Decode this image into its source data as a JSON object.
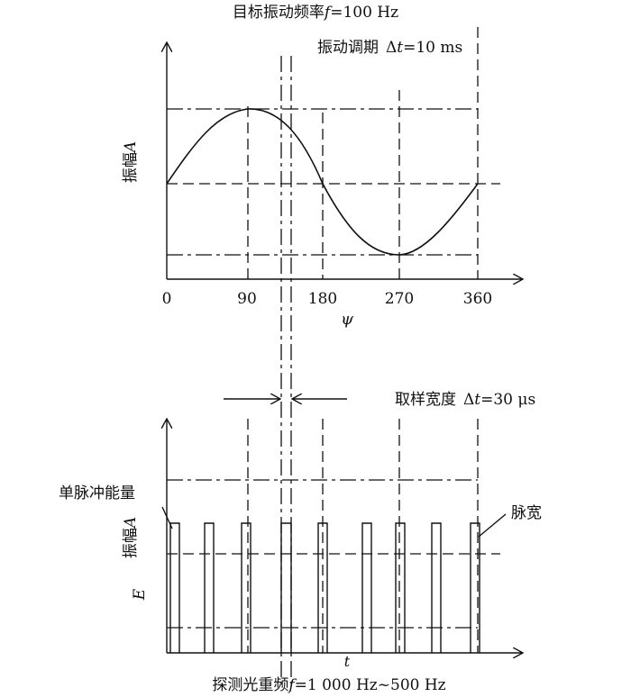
{
  "top_title": "目标振动频率",
  "top_title_var": "f",
  "top_title_value": "=100 Hz",
  "period_label": "振动调期",
  "period_var": "Δ",
  "period_t": "t",
  "period_value": "=10 ms",
  "amplitude_label": "振幅",
  "amplitude_var": "A",
  "x_ticks": [
    "0",
    "90",
    "180",
    "270",
    "360"
  ],
  "x_axis_var": "ψ",
  "sample_label": "取样宽度",
  "sample_var": "Δ",
  "sample_t": "t",
  "sample_value": "=30 μs",
  "single_pulse_label": "单脉冲能量",
  "pulse_width_label": "脉宽",
  "energy_var": "E",
  "time_var": "t",
  "bottom_title": "探测光重频",
  "bottom_title_var": "f",
  "bottom_title_value": "=1 000 Hz~500 Hz"
}
